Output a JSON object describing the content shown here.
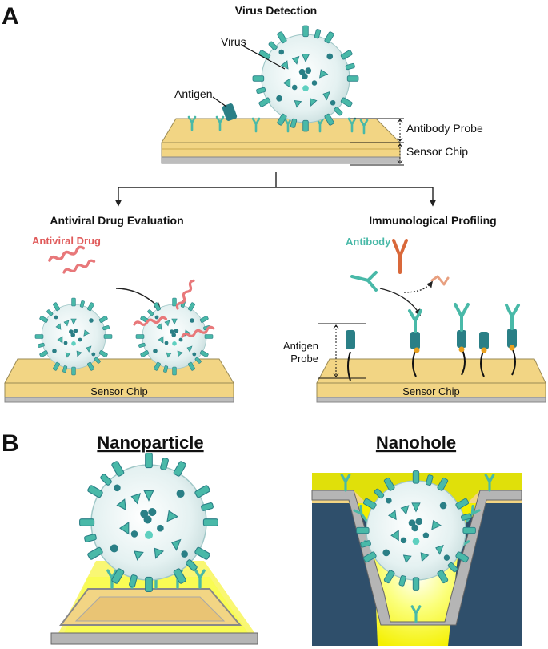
{
  "panel_a": {
    "letter": "A",
    "title": "Virus Detection",
    "virus_label": "Virus",
    "antigen_label": "Antigen",
    "antibody_probe_label": "Antibody Probe",
    "sensor_chip_label": "Sensor Chip",
    "left": {
      "title": "Antiviral Drug Evaluation",
      "drug_label": "Antiviral Drug",
      "chip_label": "Sensor Chip"
    },
    "right": {
      "title": "Immunological Profiling",
      "antibody_label": "Antibody",
      "antigen_probe_label_1": "Antigen",
      "antigen_probe_label_2": "Probe",
      "chip_label": "Sensor Chip"
    }
  },
  "panel_b": {
    "letter": "B",
    "left_title": "Nanoparticle",
    "right_title": "Nanohole"
  },
  "colors": {
    "chip_gold": "#f2d584",
    "chip_gold_dark": "#d9b860",
    "chip_base": "#bdbdbd",
    "teal": "#49b9a8",
    "teal_dark": "#2a7f86",
    "drug_red": "#e8787a",
    "antibody_orange": "#d9683a",
    "glow_yellow": "#f4f000",
    "nanohole_blue": "#2f4f6b"
  }
}
